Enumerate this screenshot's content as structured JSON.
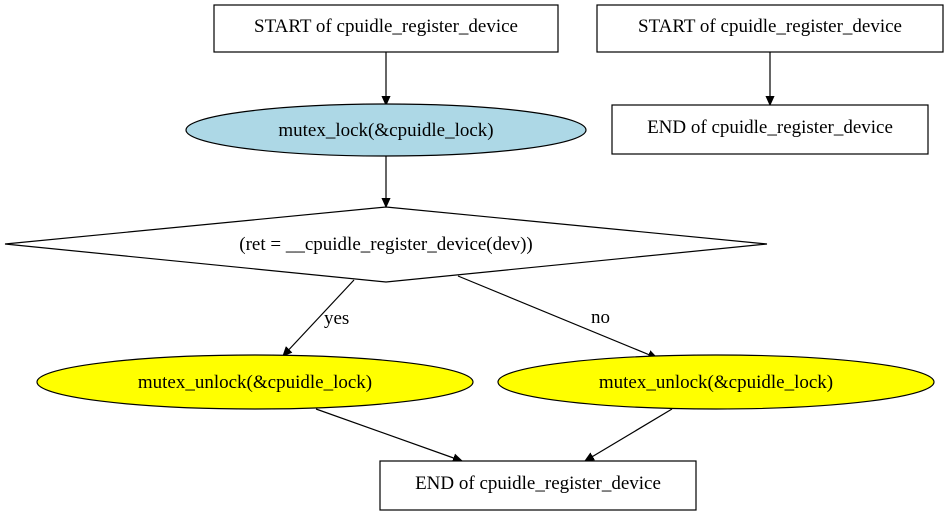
{
  "diagram": {
    "nodes": {
      "start_main": {
        "label": "START of cpuidle_register_device",
        "shape": "box",
        "fill": "#ffffff"
      },
      "start_alt": {
        "label": "START of cpuidle_register_device",
        "shape": "box",
        "fill": "#ffffff"
      },
      "end_alt": {
        "label": "END of cpuidle_register_device",
        "shape": "box",
        "fill": "#ffffff"
      },
      "lock": {
        "label": "mutex_lock(&cpuidle_lock)",
        "shape": "ellipse",
        "fill": "#add8e6"
      },
      "decision": {
        "label": "(ret = __cpuidle_register_device(dev))",
        "shape": "diamond",
        "fill": "#ffffff"
      },
      "unlock_yes": {
        "label": "mutex_unlock(&cpuidle_lock)",
        "shape": "ellipse",
        "fill": "#ffff00"
      },
      "unlock_no": {
        "label": "mutex_unlock(&cpuidle_lock)",
        "shape": "ellipse",
        "fill": "#ffff00"
      },
      "end_main": {
        "label": "END of cpuidle_register_device",
        "shape": "box",
        "fill": "#ffffff"
      }
    },
    "edges": {
      "yes_label": "yes",
      "no_label": "no"
    }
  }
}
